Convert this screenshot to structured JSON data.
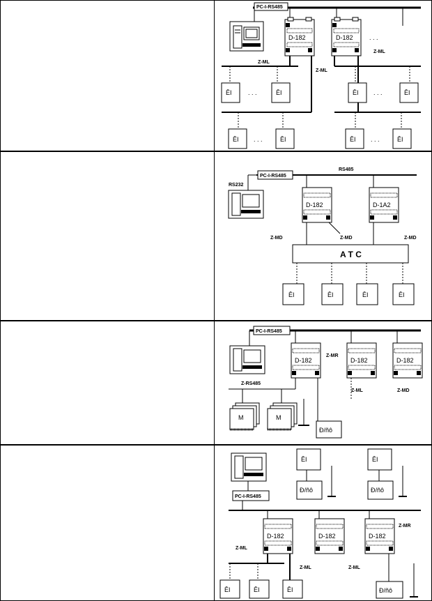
{
  "labels": {
    "pc_bus": "PC-I-RS485",
    "dev_a": "D-182",
    "dev_b": "D-1A2",
    "zml": "Z-ML",
    "zmd": "Z-MD",
    "zmr": "Z-MR",
    "zrs485": "Z-RS485",
    "rs485": "RS485",
    "rs232": "RS232",
    "atc": "A T C",
    "ei": "ÊI",
    "dfo": "Ð/ñô",
    "m": "M",
    "dots": ". . ."
  }
}
